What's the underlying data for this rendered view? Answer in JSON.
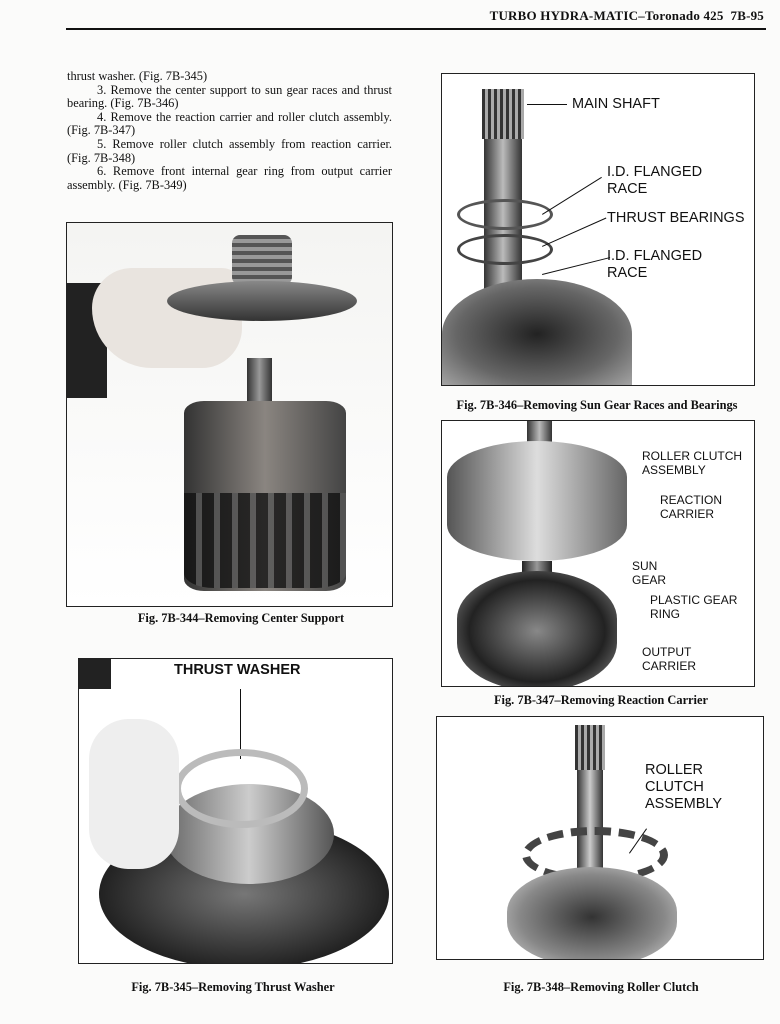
{
  "header": {
    "title": "TURBO HYDRA-MATIC–Toronado 425",
    "page": "7B-95"
  },
  "body_text": [
    "thrust washer. (Fig. 7B-345)",
    "3. Remove the center support to sun gear races and thrust bearing. (Fig. 7B-346)",
    "4. Remove the reaction carrier and roller clutch assembly. (Fig. 7B-347)",
    "5. Remove roller clutch assembly from reaction carrier. (Fig. 7B-348)",
    "6. Remove front internal gear ring from output carrier assembly. (Fig. 7B-349)"
  ],
  "figures": {
    "f344": {
      "caption": "Fig. 7B-344–Removing Center Support"
    },
    "f345": {
      "caption": "Fig. 7B-345–Removing Thrust Washer",
      "labels": [
        "THRUST WASHER"
      ]
    },
    "f346": {
      "caption": "Fig. 7B-346–Removing Sun Gear Races and Bearings",
      "labels": [
        "MAIN SHAFT",
        "I.D. FLANGED RACE",
        "THRUST BEARINGS",
        "I.D. FLANGED RACE"
      ]
    },
    "f347": {
      "caption": "Fig. 7B-347–Removing Reaction Carrier",
      "labels": [
        "ROLLER CLUTCH ASSEMBLY",
        "REACTION CARRIER",
        "SUN GEAR",
        "PLASTIC GEAR RING",
        "OUTPUT CARRIER"
      ]
    },
    "f348": {
      "caption": "Fig. 7B-348–Removing Roller Clutch",
      "labels": [
        "ROLLER CLUTCH ASSEMBLY"
      ]
    }
  }
}
